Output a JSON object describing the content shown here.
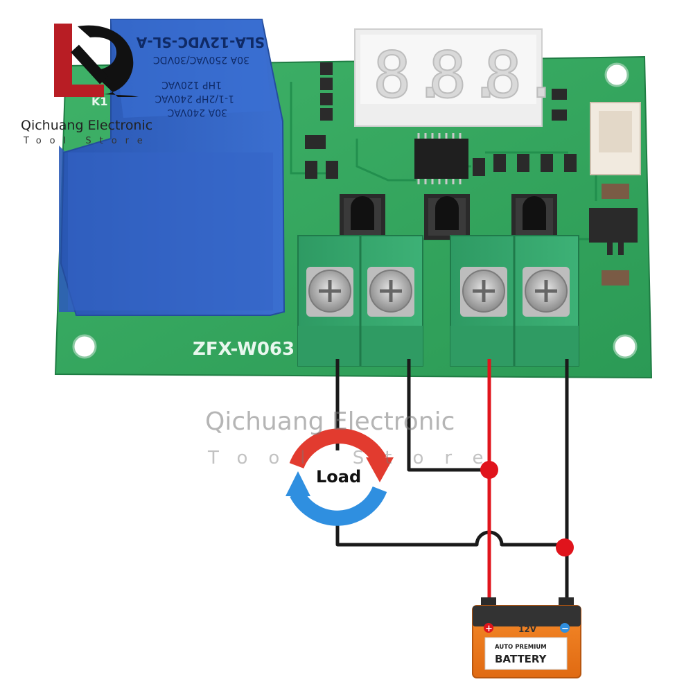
{
  "brand": {
    "name": "Qichuang Electronic",
    "subtitle": "Tool Store",
    "logo_colors": {
      "red": "#b81d24",
      "black": "#111111"
    }
  },
  "watermark": {
    "name": "Qichuang Electronic",
    "subtitle": "Tool Store"
  },
  "board": {
    "model": "ZFX-W063",
    "relay_ref": "K1",
    "pcb_color": "#34a45c",
    "relay": {
      "color": "#2f5fbd",
      "text_lines": [
        "30A 240VAC",
        "1-1/2HP 240VAC",
        "1HP 120VAC",
        "30A 250VAC/30VDC",
        "SLA-12VDC-SL-A"
      ]
    },
    "display": {
      "digits": [
        "8.",
        "8.",
        "8."
      ],
      "color": "#e9e9e9"
    },
    "buttons_count": 3,
    "terminals_count": 4
  },
  "circuit": {
    "load_label": "Load",
    "wire_colors": {
      "positive": "#e0141c",
      "negative": "#1a1a1a",
      "node": "#e0141c"
    },
    "arrow_colors": {
      "top": "#e23b2f",
      "bottom": "#2f8fe0"
    }
  },
  "battery": {
    "voltage": "12V",
    "brand_line": "AUTO PREMIUM",
    "label": "BATTERY",
    "plus": "+",
    "minus": "−",
    "body_color": "#f07a1c"
  }
}
